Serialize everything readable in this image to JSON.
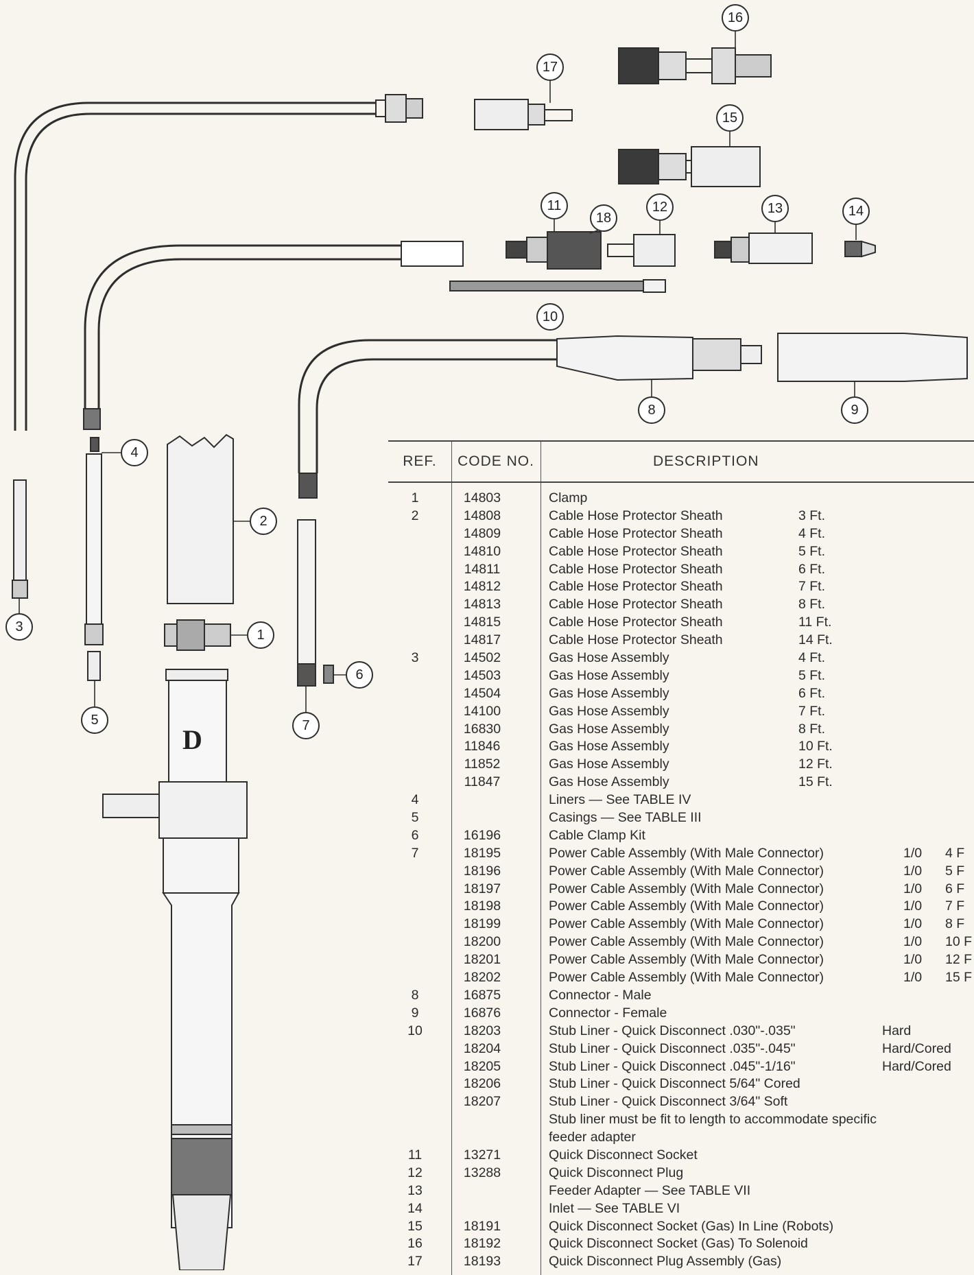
{
  "callouts": [
    "16",
    "17",
    "15",
    "11",
    "18",
    "12",
    "13",
    "14",
    "10",
    "8",
    "9",
    "4",
    "2",
    "3",
    "1",
    "6",
    "5",
    "7"
  ],
  "table": {
    "headers": {
      "ref": "REF.",
      "code": "CODE NO.",
      "description": "DESCRIPTION"
    },
    "rows": [
      {
        "ref": "1",
        "code": "14803",
        "desc": "Clamp",
        "extra1": "",
        "extra2": ""
      },
      {
        "ref": "2",
        "code": "14808",
        "desc": "Cable Hose Protector Sheath",
        "extra1": "3 Ft.",
        "extra2": ""
      },
      {
        "ref": "",
        "code": "14809",
        "desc": "Cable Hose Protector Sheath",
        "extra1": "4 Ft.",
        "extra2": ""
      },
      {
        "ref": "",
        "code": "14810",
        "desc": "Cable Hose Protector Sheath",
        "extra1": "5 Ft.",
        "extra2": ""
      },
      {
        "ref": "",
        "code": "14811",
        "desc": "Cable Hose Protector Sheath",
        "extra1": "6 Ft.",
        "extra2": ""
      },
      {
        "ref": "",
        "code": "14812",
        "desc": "Cable Hose Protector Sheath",
        "extra1": "7 Ft.",
        "extra2": ""
      },
      {
        "ref": "",
        "code": "14813",
        "desc": "Cable Hose Protector Sheath",
        "extra1": "8 Ft.",
        "extra2": ""
      },
      {
        "ref": "",
        "code": "14815",
        "desc": "Cable Hose Protector Sheath",
        "extra1": "11 Ft.",
        "extra2": ""
      },
      {
        "ref": "",
        "code": "14817",
        "desc": "Cable Hose Protector Sheath",
        "extra1": "14 Ft.",
        "extra2": ""
      },
      {
        "ref": "3",
        "code": "14502",
        "desc": "Gas Hose Assembly",
        "extra1": "4 Ft.",
        "extra2": ""
      },
      {
        "ref": "",
        "code": "14503",
        "desc": "Gas Hose Assembly",
        "extra1": "5 Ft.",
        "extra2": ""
      },
      {
        "ref": "",
        "code": "14504",
        "desc": "Gas Hose Assembly",
        "extra1": "6 Ft.",
        "extra2": ""
      },
      {
        "ref": "",
        "code": "14100",
        "desc": "Gas Hose Assembly",
        "extra1": "7 Ft.",
        "extra2": ""
      },
      {
        "ref": "",
        "code": "16830",
        "desc": "Gas Hose Assembly",
        "extra1": "8 Ft.",
        "extra2": ""
      },
      {
        "ref": "",
        "code": "11846",
        "desc": "Gas Hose Assembly",
        "extra1": "10 Ft.",
        "extra2": ""
      },
      {
        "ref": "",
        "code": "11852",
        "desc": "Gas Hose Assembly",
        "extra1": "12 Ft.",
        "extra2": ""
      },
      {
        "ref": "",
        "code": "11847",
        "desc": "Gas Hose Assembly",
        "extra1": "15 Ft.",
        "extra2": ""
      },
      {
        "ref": "4",
        "code": "",
        "desc": "Liners — See TABLE IV",
        "extra1": "",
        "extra2": ""
      },
      {
        "ref": "5",
        "code": "",
        "desc": "Casings — See TABLE III",
        "extra1": "",
        "extra2": ""
      },
      {
        "ref": "6",
        "code": "16196",
        "desc": "Cable Clamp Kit",
        "extra1": "",
        "extra2": ""
      },
      {
        "ref": "7",
        "code": "18195",
        "desc": "Power Cable Assembly (With Male Connector)",
        "extra1": "1/0",
        "extra2": "4 F"
      },
      {
        "ref": "",
        "code": "18196",
        "desc": "Power Cable Assembly (With Male Connector)",
        "extra1": "1/0",
        "extra2": "5 F"
      },
      {
        "ref": "",
        "code": "18197",
        "desc": "Power Cable Assembly (With Male Connector)",
        "extra1": "1/0",
        "extra2": "6 F"
      },
      {
        "ref": "",
        "code": "18198",
        "desc": "Power Cable Assembly (With Male Connector)",
        "extra1": "1/0",
        "extra2": "7 F"
      },
      {
        "ref": "",
        "code": "18199",
        "desc": "Power Cable Assembly (With Male Connector)",
        "extra1": "1/0",
        "extra2": "8 F"
      },
      {
        "ref": "",
        "code": "18200",
        "desc": "Power Cable Assembly (With Male Connector)",
        "extra1": "1/0",
        "extra2": "10 F"
      },
      {
        "ref": "",
        "code": "18201",
        "desc": "Power Cable Assembly (With Male Connector)",
        "extra1": "1/0",
        "extra2": "12 F"
      },
      {
        "ref": "",
        "code": "18202",
        "desc": "Power Cable Assembly (With Male Connector)",
        "extra1": "1/0",
        "extra2": "15 F"
      },
      {
        "ref": "8",
        "code": "16875",
        "desc": "Connector - Male",
        "extra1": "",
        "extra2": ""
      },
      {
        "ref": "9",
        "code": "16876",
        "desc": "Connector - Female",
        "extra1": "",
        "extra2": ""
      },
      {
        "ref": "10",
        "code": "18203",
        "desc": "Stub Liner - Quick Disconnect  .030\"-.035\"",
        "extra1": "Hard",
        "extra2": ""
      },
      {
        "ref": "",
        "code": "18204",
        "desc": "Stub Liner - Quick Disconnect  .035\"-.045\"",
        "extra1": "Hard/Cored",
        "extra2": ""
      },
      {
        "ref": "",
        "code": "18205",
        "desc": "Stub Liner - Quick Disconnect  .045\"-1/16\"",
        "extra1": "Hard/Cored",
        "extra2": ""
      },
      {
        "ref": "",
        "code": "18206",
        "desc": "Stub Liner - Quick Disconnect  5/64\" Cored",
        "extra1": "",
        "extra2": ""
      },
      {
        "ref": "",
        "code": "18207",
        "desc": "Stub Liner - Quick Disconnect  3/64\" Soft",
        "extra1": "",
        "extra2": ""
      },
      {
        "ref": "",
        "code": "",
        "desc": "Stub liner must be fit to length to accommodate specific",
        "extra1": "",
        "extra2": ""
      },
      {
        "ref": "",
        "code": "",
        "desc": "feeder adapter",
        "extra1": "",
        "extra2": ""
      },
      {
        "ref": "11",
        "code": "13271",
        "desc": "Quick Disconnect Socket",
        "extra1": "",
        "extra2": ""
      },
      {
        "ref": "12",
        "code": "13288",
        "desc": "Quick Disconnect Plug",
        "extra1": "",
        "extra2": ""
      },
      {
        "ref": "13",
        "code": "",
        "desc": "Feeder Adapter — See TABLE VII",
        "extra1": "",
        "extra2": ""
      },
      {
        "ref": "14",
        "code": "",
        "desc": "Inlet — See TABLE VI",
        "extra1": "",
        "extra2": ""
      },
      {
        "ref": "15",
        "code": "18191",
        "desc": "Quick Disconnect Socket (Gas) In Line (Robots)",
        "extra1": "",
        "extra2": ""
      },
      {
        "ref": "16",
        "code": "18192",
        "desc": "Quick Disconnect Socket (Gas) To Solenoid",
        "extra1": "",
        "extra2": ""
      },
      {
        "ref": "17",
        "code": "18193",
        "desc": "Quick Disconnect Plug Assembly (Gas)",
        "extra1": "",
        "extra2": ""
      }
    ]
  }
}
